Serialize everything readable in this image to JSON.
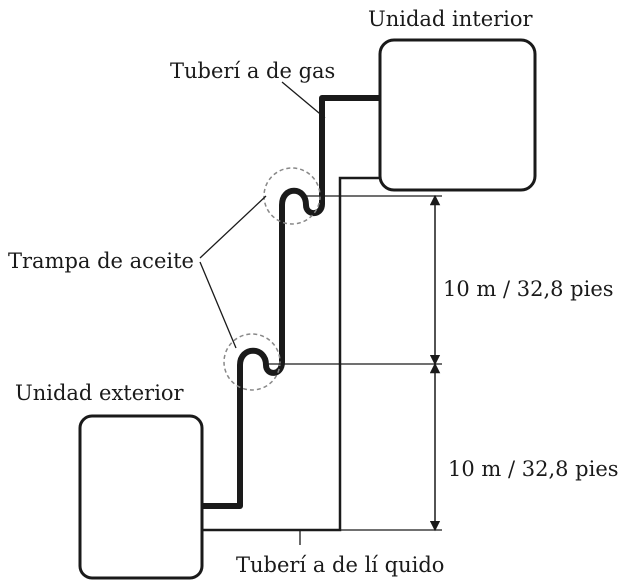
{
  "labels": {
    "indoor_unit": "Unidad interior",
    "gas_pipe": "Tuberí a de gas",
    "oil_trap": "Trampa de aceite",
    "outdoor_unit": "Unidad exterior",
    "height_upper": "10 m / 32,8 pies",
    "height_lower": "10 m / 32,8 pies",
    "liquid_pipe": "Tuberí a de lí quido"
  },
  "colors": {
    "ink": "#1a1a1a",
    "background": "#ffffff"
  }
}
